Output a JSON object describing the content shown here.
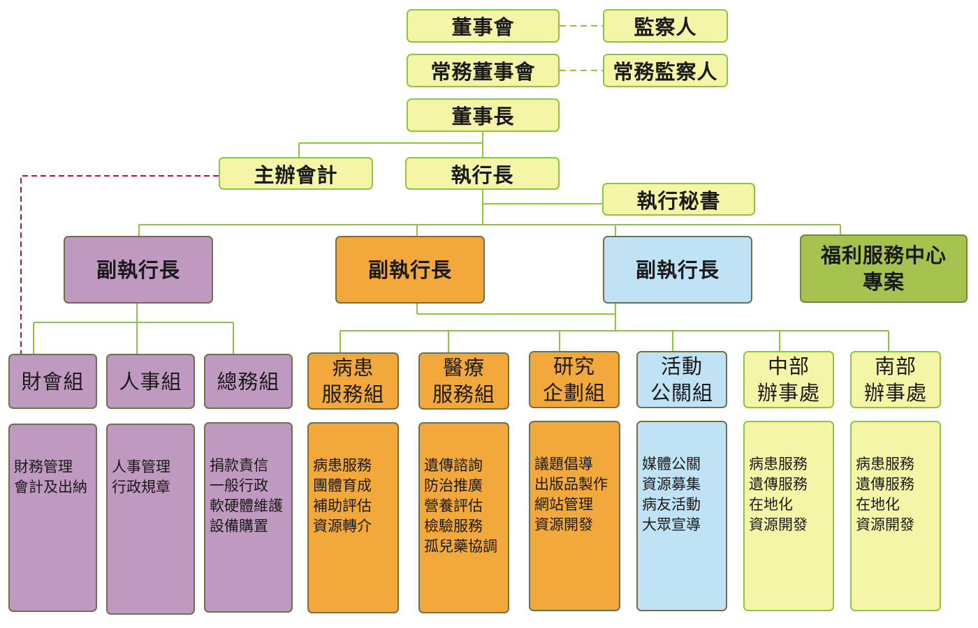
{
  "nodes": {
    "board": "董事會",
    "supervisors": "監察人",
    "executive_board": "常務董事會",
    "executive_supervisor": "常務監察人",
    "chairman": "董事長",
    "chief_accountant": "主辦會計",
    "ceo": "執行長",
    "executive_secretary": "執行秘書",
    "vp1": "副執行長",
    "vp2": "副執行長",
    "vp3": "副執行長",
    "welfare_project": "福利服務中心\n專案"
  },
  "units": [
    {
      "name": "財會組",
      "duties": "財務管理\n會計及出納"
    },
    {
      "name": "人事組",
      "duties": "人事管理\n行政規章"
    },
    {
      "name": "總務組",
      "duties": "捐款責信\n一般行政\n軟硬體維護\n設備購置"
    },
    {
      "name": "病患\n服務組",
      "duties": "病患服務\n團體育成\n補助評估\n資源轉介"
    },
    {
      "name": "醫療\n服務組",
      "duties": "遺傳諮詢\n防治推廣\n營養評估\n檢驗服務\n孤兒藥協調"
    },
    {
      "name": "研究\n企劃組",
      "duties": "議題倡導\n出版品製作\n網站管理\n資源開發"
    },
    {
      "name": "活動\n公關組",
      "duties": "媒體公關\n資源募集\n病友活動\n大眾宣導"
    },
    {
      "name": "中部\n辦事處",
      "duties": "病患服務\n遺傳服務\n在地化\n資源開發"
    },
    {
      "name": "南部\n辦事處",
      "duties": "病患服務\n遺傳服務\n在地化\n資源開發"
    }
  ],
  "colors": {
    "yellow": "#f5f5a8",
    "purple": "#bf99bf",
    "orange": "#f2a83a",
    "blue": "#bfe3f5",
    "green": "#a6c24f",
    "connector": "#8cc63f",
    "dashed_red": "#c8102e"
  }
}
